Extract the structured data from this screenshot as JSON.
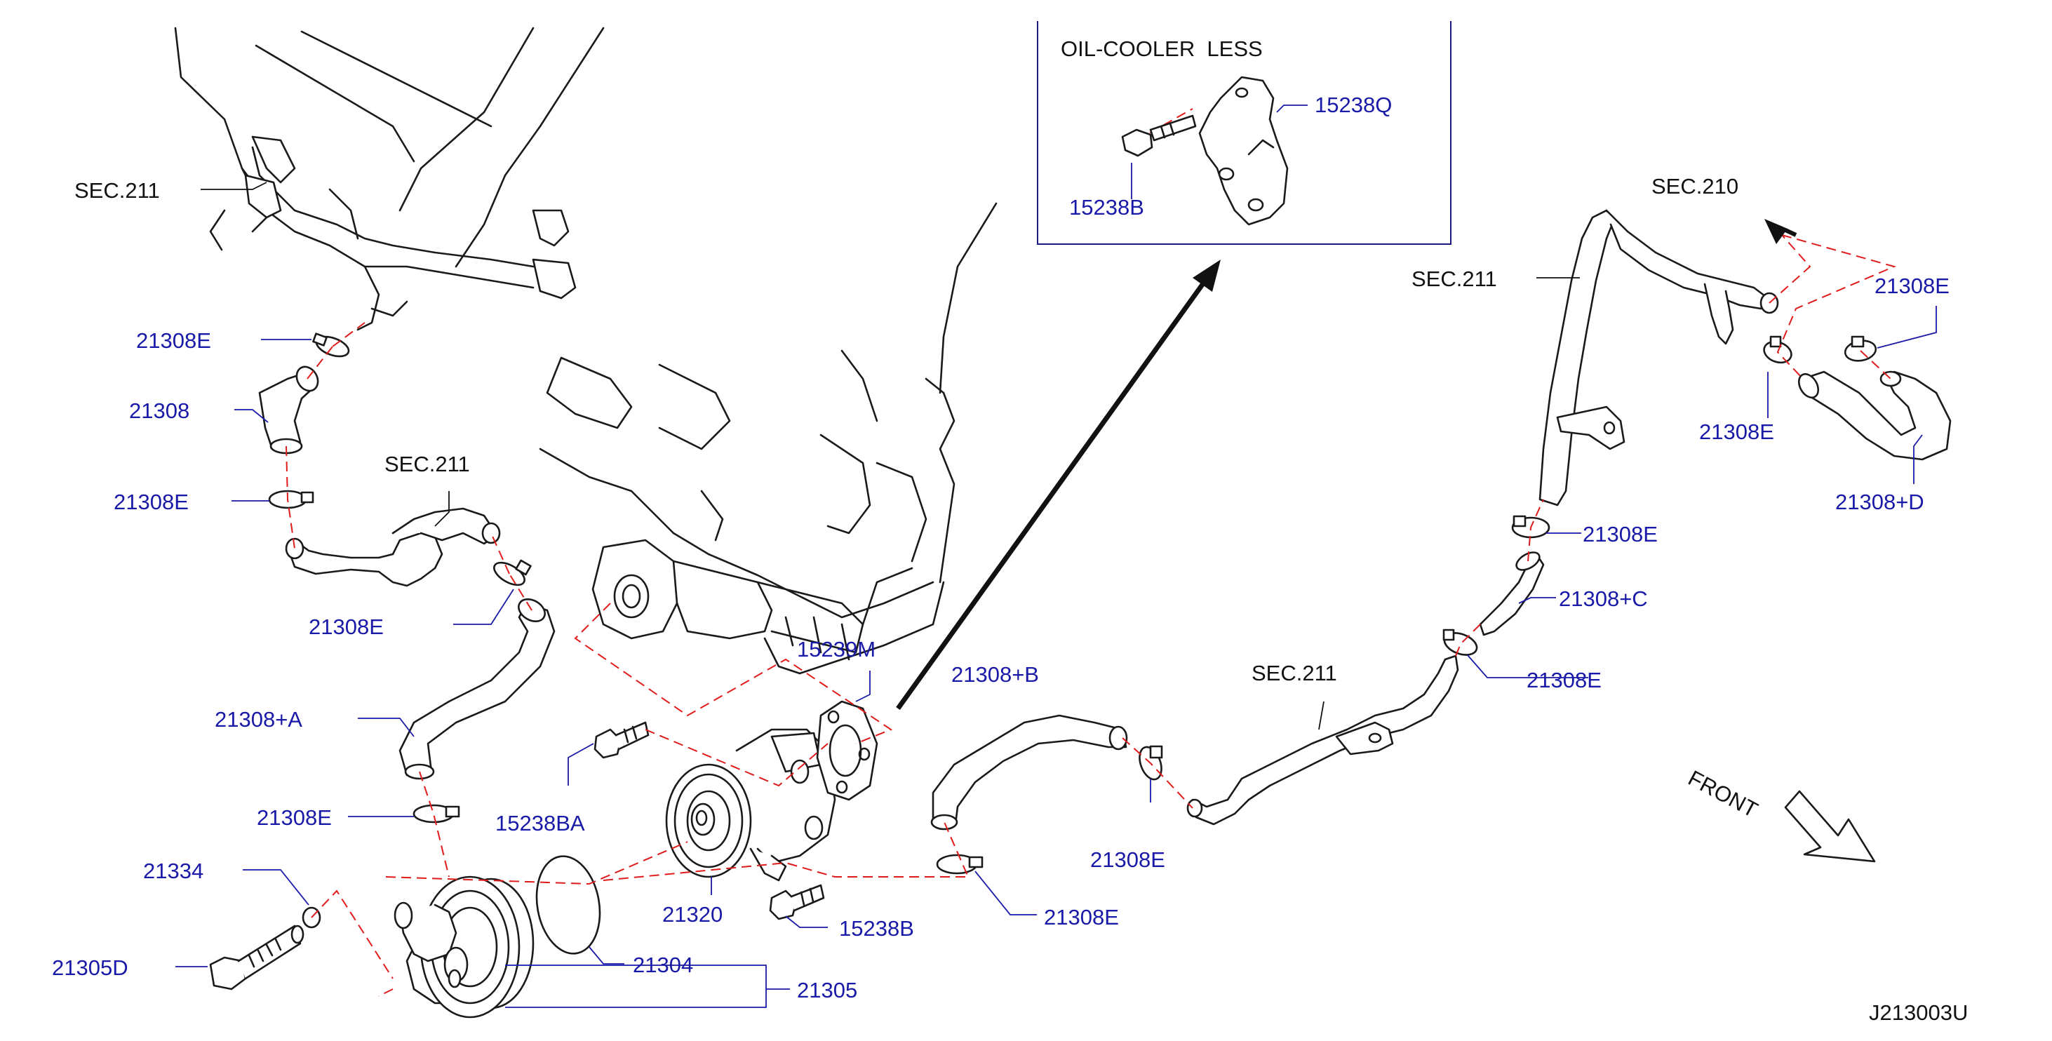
{
  "diagram_id": "J213003U",
  "inset": {
    "title": "OIL-COOLER  LESS",
    "parts": [
      "15238Q",
      "15238B"
    ]
  },
  "front_label": "FRONT",
  "colors": {
    "part_label": "#1a1aa8",
    "section_label": "#111111",
    "dashed_line": "#e01b1b",
    "outline": "#1a1a1a"
  },
  "sections": {
    "sec211_a": "SEC.211",
    "sec211_b": "SEC.211",
    "sec211_c": "SEC.211",
    "sec211_d": "SEC.211",
    "sec210": "SEC.210"
  },
  "labels": {
    "p21308E_1": "21308E",
    "p21308": "21308",
    "p21308E_2": "21308E",
    "p21308E_3": "21308E",
    "p21308A": "21308+A",
    "p21308E_4": "21308E",
    "p21334": "21334",
    "p21305D": "21305D",
    "p21304": "21304",
    "p21305": "21305",
    "p21320": "21320",
    "p15238BA": "15238BA",
    "p15239M": "15239M",
    "p15238B": "15238B",
    "p21308B": "21308+B",
    "p21308E_5": "21308E",
    "p21308E_6": "21308E",
    "p21308E_7": "21308E",
    "p21308C": "21308+C",
    "p21308E_8": "21308E",
    "p21308E_9": "21308E",
    "p21308E_10": "21308E",
    "p21308D": "21308+D",
    "p15238Q": "15238Q",
    "p15238B_inset": "15238B"
  }
}
